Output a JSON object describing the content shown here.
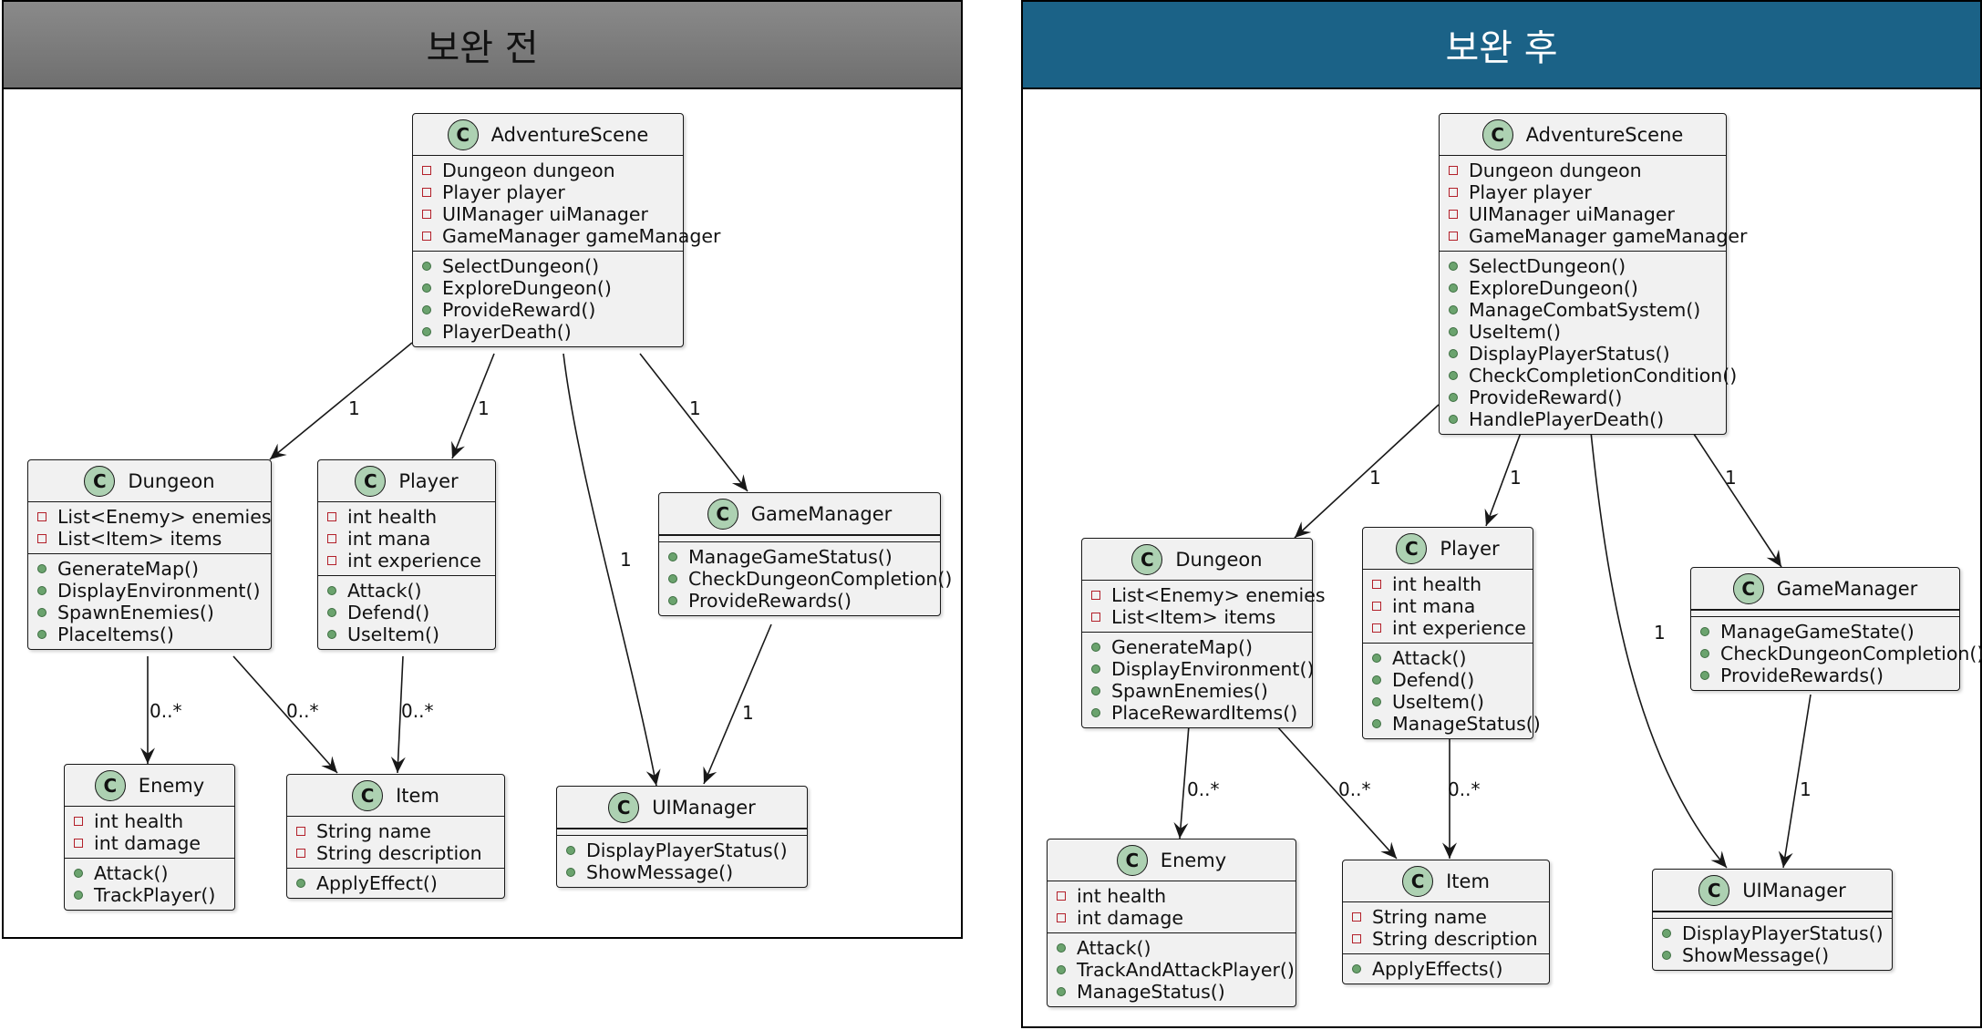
{
  "panels": {
    "before": {
      "title": "보완 전",
      "classes": {
        "adventure": {
          "name": "AdventureScene",
          "fields": [
            "Dungeon dungeon",
            "Player player",
            "UIManager uiManager",
            "GameManager gameManager"
          ],
          "methods": [
            "SelectDungeon()",
            "ExploreDungeon()",
            "ProvideReward()",
            "PlayerDeath()"
          ]
        },
        "dungeon": {
          "name": "Dungeon",
          "fields": [
            "List<Enemy> enemies",
            "List<Item> items"
          ],
          "methods": [
            "GenerateMap()",
            "DisplayEnvironment()",
            "SpawnEnemies()",
            "PlaceItems()"
          ]
        },
        "player": {
          "name": "Player",
          "fields": [
            "int health",
            "int mana",
            "int experience"
          ],
          "methods": [
            "Attack()",
            "Defend()",
            "UseItem()"
          ]
        },
        "gamemanager": {
          "name": "GameManager",
          "fields": [],
          "methods": [
            "ManageGameStatus()",
            "CheckDungeonCompletion()",
            "ProvideRewards()"
          ]
        },
        "enemy": {
          "name": "Enemy",
          "fields": [
            "int health",
            "int damage"
          ],
          "methods": [
            "Attack()",
            "TrackPlayer()"
          ]
        },
        "item": {
          "name": "Item",
          "fields": [
            "String name",
            "String description"
          ],
          "methods": [
            "ApplyEffect()"
          ]
        },
        "uimanager": {
          "name": "UIManager",
          "fields": [],
          "methods": [
            "DisplayPlayerStatus()",
            "ShowMessage()"
          ]
        }
      },
      "multiplicities": [
        "1",
        "1",
        "1",
        "1",
        "0..*",
        "0..*",
        "0..*",
        "1"
      ]
    },
    "after": {
      "title": "보완 후",
      "classes": {
        "adventure": {
          "name": "AdventureScene",
          "fields": [
            "Dungeon dungeon",
            "Player player",
            "UIManager uiManager",
            "GameManager gameManager"
          ],
          "methods": [
            "SelectDungeon()",
            "ExploreDungeon()",
            "ManageCombatSystem()",
            "UseItem()",
            "DisplayPlayerStatus()",
            "CheckCompletionCondition()",
            "ProvideReward()",
            "HandlePlayerDeath()"
          ]
        },
        "dungeon": {
          "name": "Dungeon",
          "fields": [
            "List<Enemy> enemies",
            "List<Item> items"
          ],
          "methods": [
            "GenerateMap()",
            "DisplayEnvironment()",
            "SpawnEnemies()",
            "PlaceRewardItems()"
          ]
        },
        "player": {
          "name": "Player",
          "fields": [
            "int health",
            "int mana",
            "int experience"
          ],
          "methods": [
            "Attack()",
            "Defend()",
            "UseItem()",
            "ManageStatus()"
          ]
        },
        "gamemanager": {
          "name": "GameManager",
          "fields": [],
          "methods": [
            "ManageGameState()",
            "CheckDungeonCompletion()",
            "ProvideRewards()"
          ]
        },
        "enemy": {
          "name": "Enemy",
          "fields": [
            "int health",
            "int damage"
          ],
          "methods": [
            "Attack()",
            "TrackAndAttackPlayer()",
            "ManageStatus()"
          ]
        },
        "item": {
          "name": "Item",
          "fields": [
            "String name",
            "String description"
          ],
          "methods": [
            "ApplyEffects()"
          ]
        },
        "uimanager": {
          "name": "UIManager",
          "fields": [],
          "methods": [
            "DisplayPlayerStatus()",
            "ShowMessage()"
          ]
        }
      },
      "multiplicities": [
        "1",
        "1",
        "1",
        "1",
        "0..*",
        "0..*",
        "0..*",
        "1"
      ]
    }
  },
  "class_icon_letter": "C",
  "colors": {
    "before_header": "#7c7c7c",
    "after_header": "#1b6287",
    "class_circle": "#add1b2",
    "private_marker": "#b3202a",
    "public_marker": "#6ba36e"
  }
}
